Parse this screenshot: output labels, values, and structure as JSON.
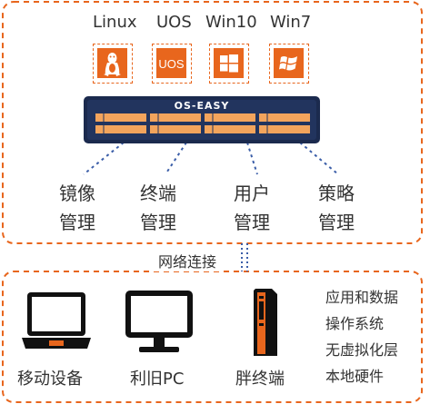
{
  "os_labels": [
    "Linux",
    "UOS",
    "Win10",
    "Win7"
  ],
  "server": {
    "brand": "OS-EASY"
  },
  "management": [
    {
      "line1": "镜像",
      "line2": "管理"
    },
    {
      "line1": "终端",
      "line2": "管理"
    },
    {
      "line1": "用户",
      "line2": "管理"
    },
    {
      "line1": "策略",
      "line2": "管理"
    }
  ],
  "network_label": "网络连接",
  "devices": [
    "移动设备",
    "利旧PC",
    "胖终端"
  ],
  "layers": [
    "应用和数据",
    "操作系统",
    "无虚拟化层",
    "本地硬件"
  ],
  "colors": {
    "accent": "#e8661d",
    "server_dark": "#1b2a4e",
    "server_stripe": "#f3a45c"
  }
}
